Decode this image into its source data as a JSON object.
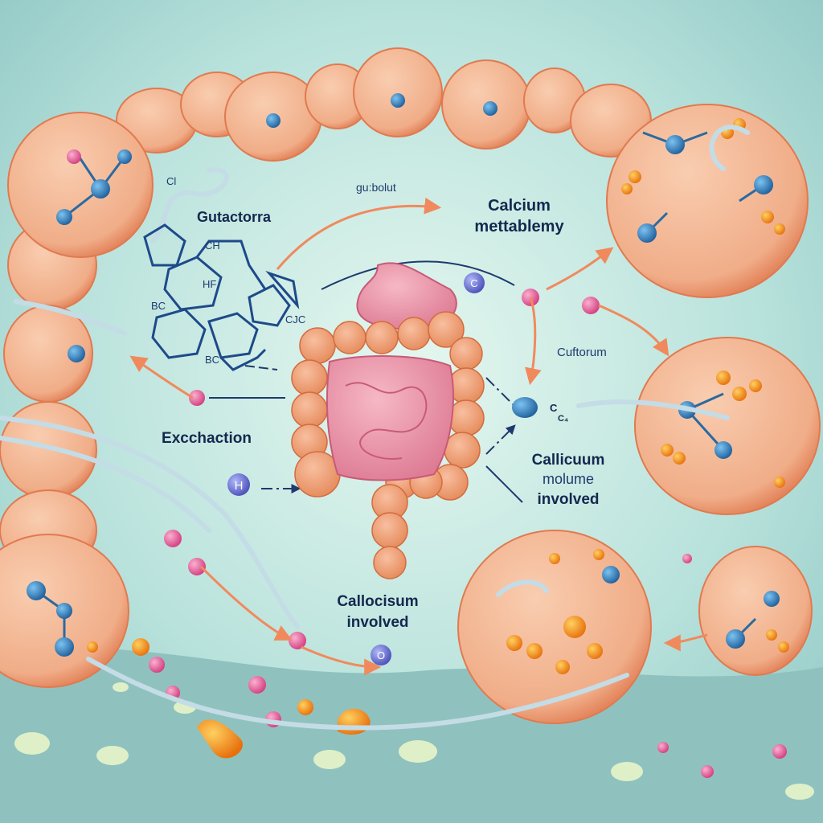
{
  "labels": {
    "gut_microbiota": "Gutactorra",
    "gut_about": "gu:bolut",
    "calcium_metabolism_1": "Calcium",
    "calcium_metabolism_2": "mettablemy",
    "cultorum": "Cuftorum",
    "calcium_volume_1": "Callicuum",
    "calcium_volume_2": "molume",
    "calcium_volume_3": "involved",
    "excretion": "Excchaction",
    "callocisum_1": "Callocisum",
    "callocisum_2": "involved"
  },
  "chem": {
    "cl": "Cl",
    "ch": "CH",
    "hf": "HF",
    "bc_left": "BC",
    "cjc": "CJC",
    "bc_bottom": "BC",
    "c1": "C",
    "c2": "C₄"
  },
  "ions": {
    "ion_top": "C",
    "ion_h": "H",
    "ion_o": "O"
  },
  "colors": {
    "background": "#bfe6df",
    "cell": "#f2b48f",
    "cell_edge": "#e07a50",
    "label": "#14284f",
    "arrow": "#f08a5d",
    "molecule_blue": "#2a7fc0",
    "molecule_pink": "#e8609a",
    "molecule_orange": "#f59a1c"
  }
}
